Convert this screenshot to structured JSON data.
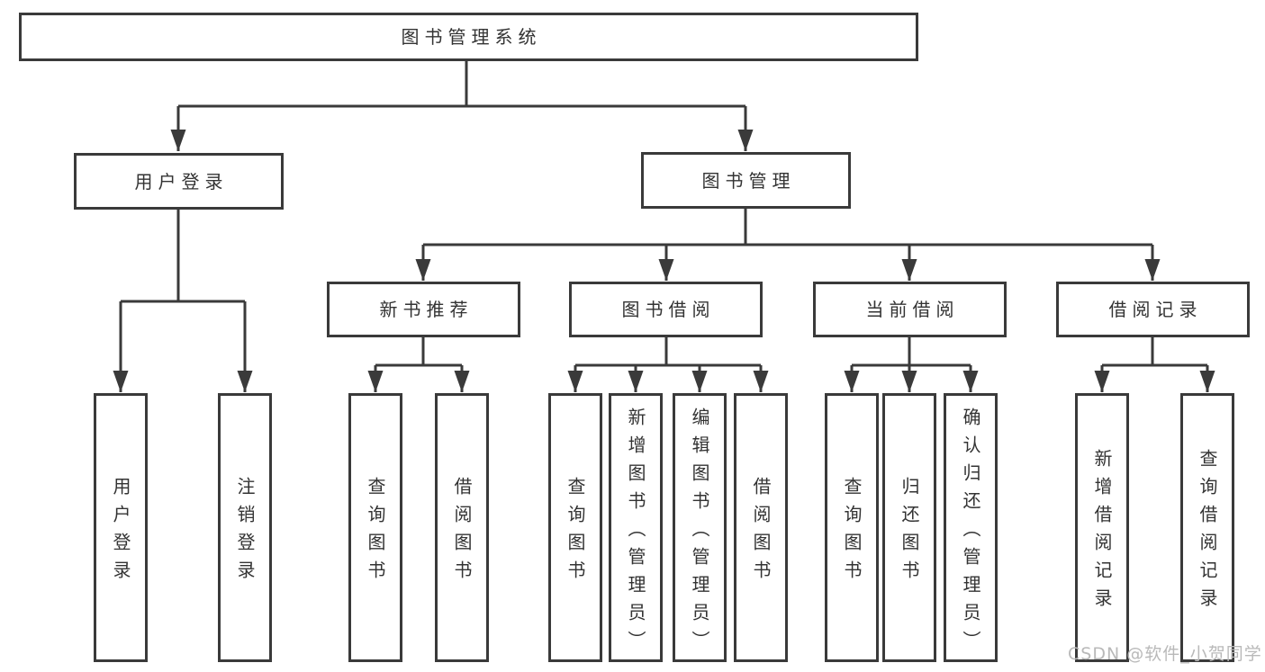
{
  "page": {
    "background": "#ffffff"
  },
  "colors": {
    "line": "#3a3a3a",
    "box_border": "#3a3a3a",
    "text": "#333333",
    "watermark": "#b9b9b9"
  },
  "watermark": {
    "text": "CSDN @软件_小贺同学"
  },
  "tree": {
    "root": {
      "label": "图书管理系统"
    },
    "branches": [
      {
        "label": "用户登录",
        "children": [
          {
            "label": "用户登录"
          },
          {
            "label": "注销登录"
          }
        ]
      },
      {
        "label": "图书管理",
        "sections": [
          {
            "label": "新书推荐",
            "children": [
              {
                "label": "查询图书"
              },
              {
                "label": "借阅图书"
              }
            ]
          },
          {
            "label": "图书借阅",
            "children": [
              {
                "label": "查询图书"
              },
              {
                "label": "新增图书（管理员）"
              },
              {
                "label": "编辑图书（管理员）"
              },
              {
                "label": "借阅图书"
              }
            ]
          },
          {
            "label": "当前借阅",
            "children": [
              {
                "label": "查询图书"
              },
              {
                "label": "归还图书"
              },
              {
                "label": "确认归还（管理员）"
              }
            ]
          },
          {
            "label": "借阅记录",
            "children": [
              {
                "label": "新增借阅记录"
              },
              {
                "label": "查询借阅记录"
              }
            ]
          }
        ]
      }
    ]
  }
}
